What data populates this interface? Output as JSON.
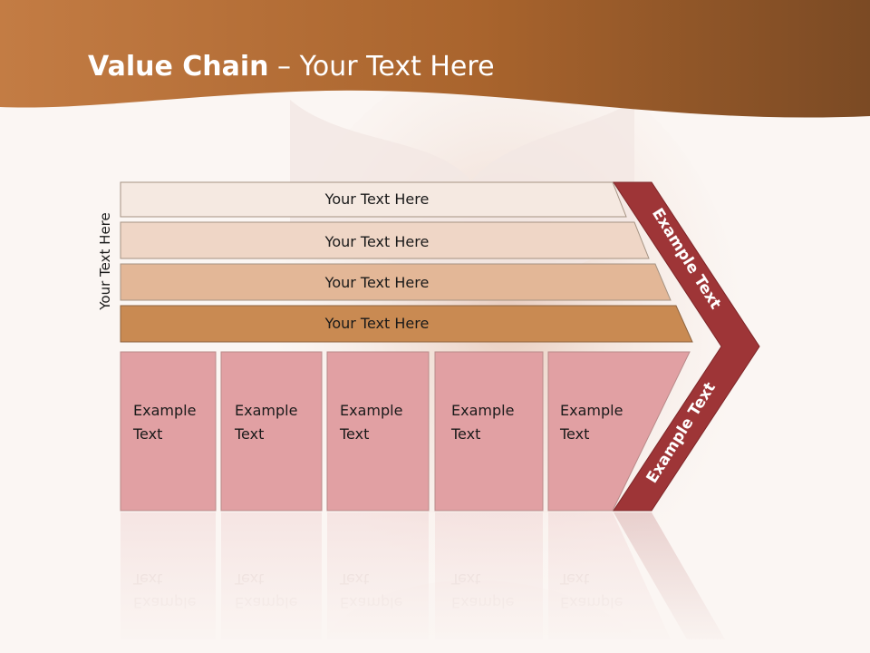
{
  "slide": {
    "title_bold": "Value Chain",
    "title_rest": " – Your Text Here",
    "side_label": "Your Text Here"
  },
  "bands": [
    {
      "label": "Your Text Here",
      "color": "#f5e9e1"
    },
    {
      "label": "Your Text Here",
      "color": "#efd6c6"
    },
    {
      "label": "Your Text Here",
      "color": "#e3b797"
    },
    {
      "label": "Your Text Here",
      "color": "#c98a52"
    }
  ],
  "boxes": [
    {
      "line1": "Example",
      "line2": "Text"
    },
    {
      "line1": "Example",
      "line2": "Text"
    },
    {
      "line1": "Example",
      "line2": "Text"
    },
    {
      "line1": "Example",
      "line2": "Text"
    },
    {
      "line1": "Example",
      "line2": "Text"
    }
  ],
  "chevron": {
    "upper_text": "Example Text",
    "lower_text": "Example Text",
    "color": "#9e3537"
  },
  "colors": {
    "header": "#a9642d",
    "box_fill": "#e1a0a3",
    "box_border": "#b98a8a"
  }
}
